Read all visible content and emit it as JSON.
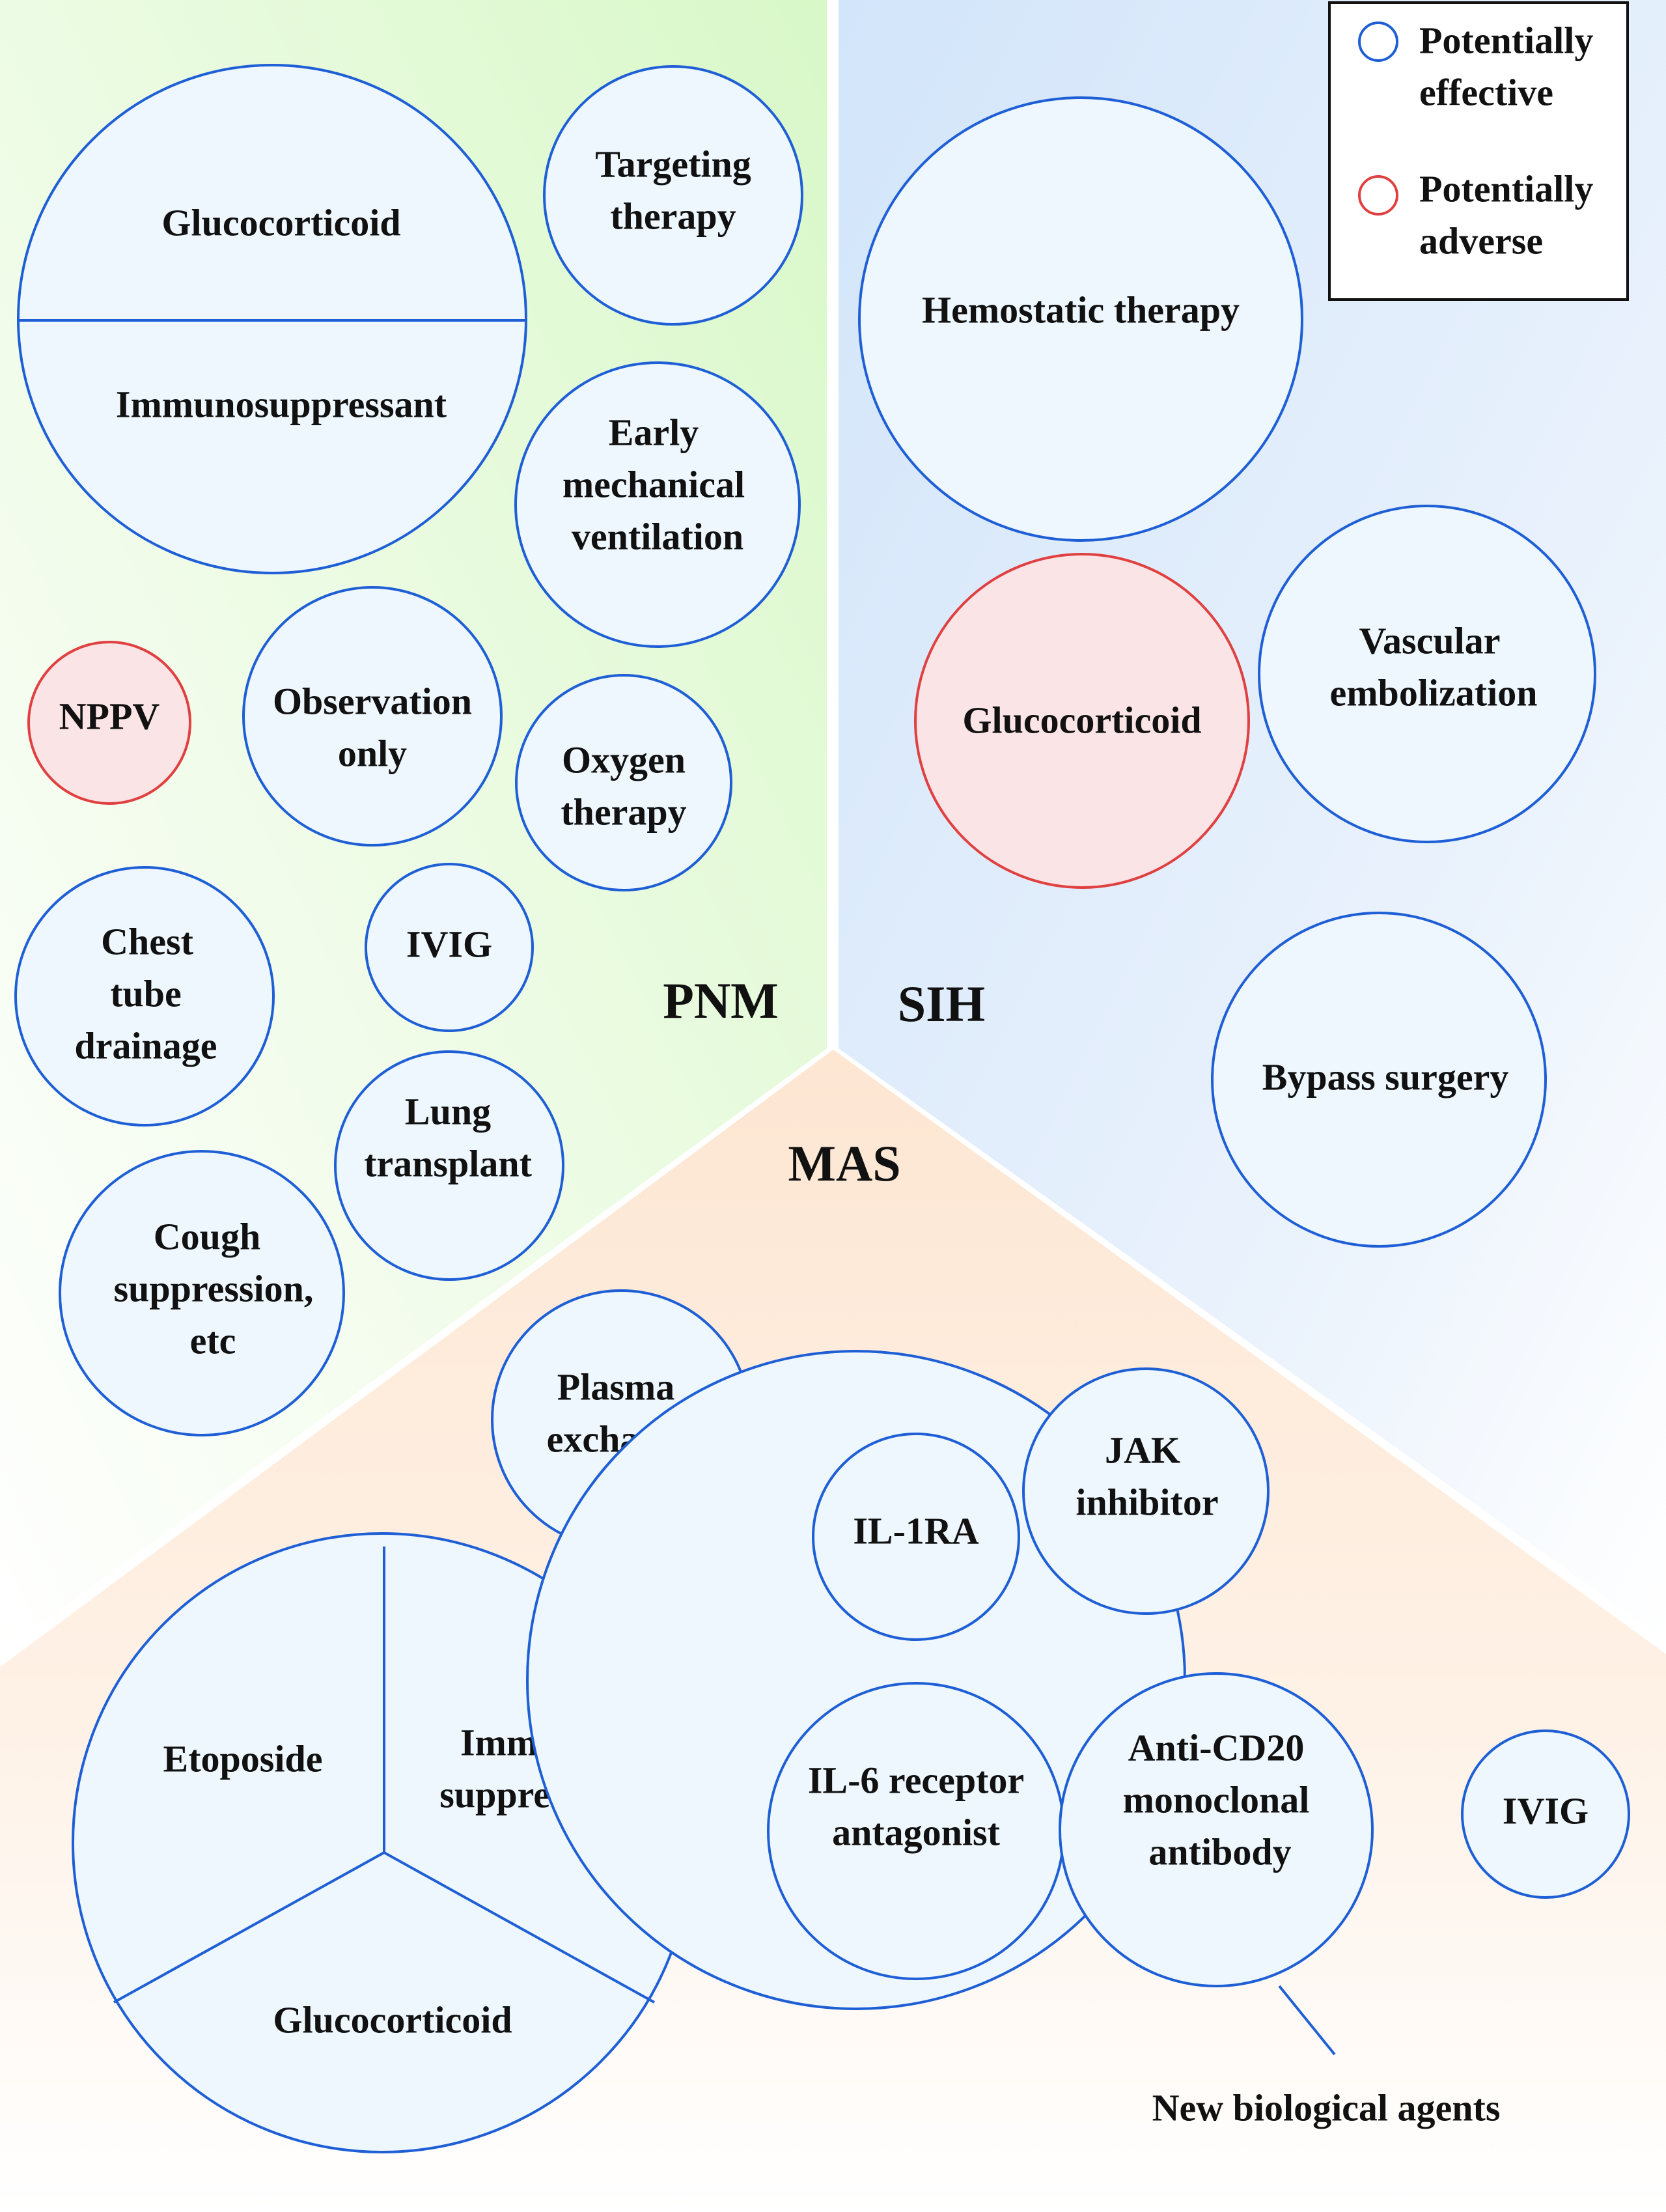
{
  "regions": {
    "pnm": "PNM",
    "sih": "SIH",
    "mas": "MAS"
  },
  "legend": {
    "effective": [
      "Potentially",
      "effective"
    ],
    "adverse": [
      "Potentially",
      "adverse"
    ],
    "effective_color": "#1f5fd6",
    "adverse_color": "#e04040"
  },
  "colors": {
    "pnm_bg": "#dffbd3",
    "sih_bg": "#d6e8fb",
    "mas_bg": "#fdebd9",
    "circle_fill": "#eef7fd",
    "adverse_fill": "#fbe4e6"
  },
  "pnm": {
    "glucocorticoid": "Glucocorticoid",
    "immunosuppressant": "Immunosuppressant",
    "targeting": [
      "Targeting",
      "therapy"
    ],
    "mechanical": [
      "Early",
      "mechanical",
      "ventilation"
    ],
    "nppv": "NPPV",
    "observation": [
      "Observation",
      "only"
    ],
    "oxygen": [
      "Oxygen",
      "therapy"
    ],
    "chest_tube": [
      "Chest",
      "tube",
      "drainage"
    ],
    "ivig": "IVIG",
    "lung_transplant": [
      "Lung",
      "transplant"
    ],
    "cough": [
      "Cough",
      "suppression,",
      "etc"
    ]
  },
  "sih": {
    "hemostatic": "Hemostatic therapy",
    "glucocorticoid": "Glucocorticoid",
    "embolization": [
      "Vascular",
      "embolization"
    ],
    "bypass": "Bypass surgery"
  },
  "mas": {
    "plasma": [
      "Plasma",
      "exchange"
    ],
    "etoposide": "Etoposide",
    "immuno": [
      "Immuno-",
      "suppressant"
    ],
    "glucocorticoid": "Glucocorticoid",
    "il1ra": "IL-1RA",
    "jak": [
      "JAK",
      "inhibitor"
    ],
    "il6": [
      "IL-6 receptor",
      "antagonist"
    ],
    "cd20": [
      "Anti-CD20",
      "monoclonal",
      "antibody"
    ],
    "ivig": "IVIG",
    "new_agents": "New biological agents"
  }
}
